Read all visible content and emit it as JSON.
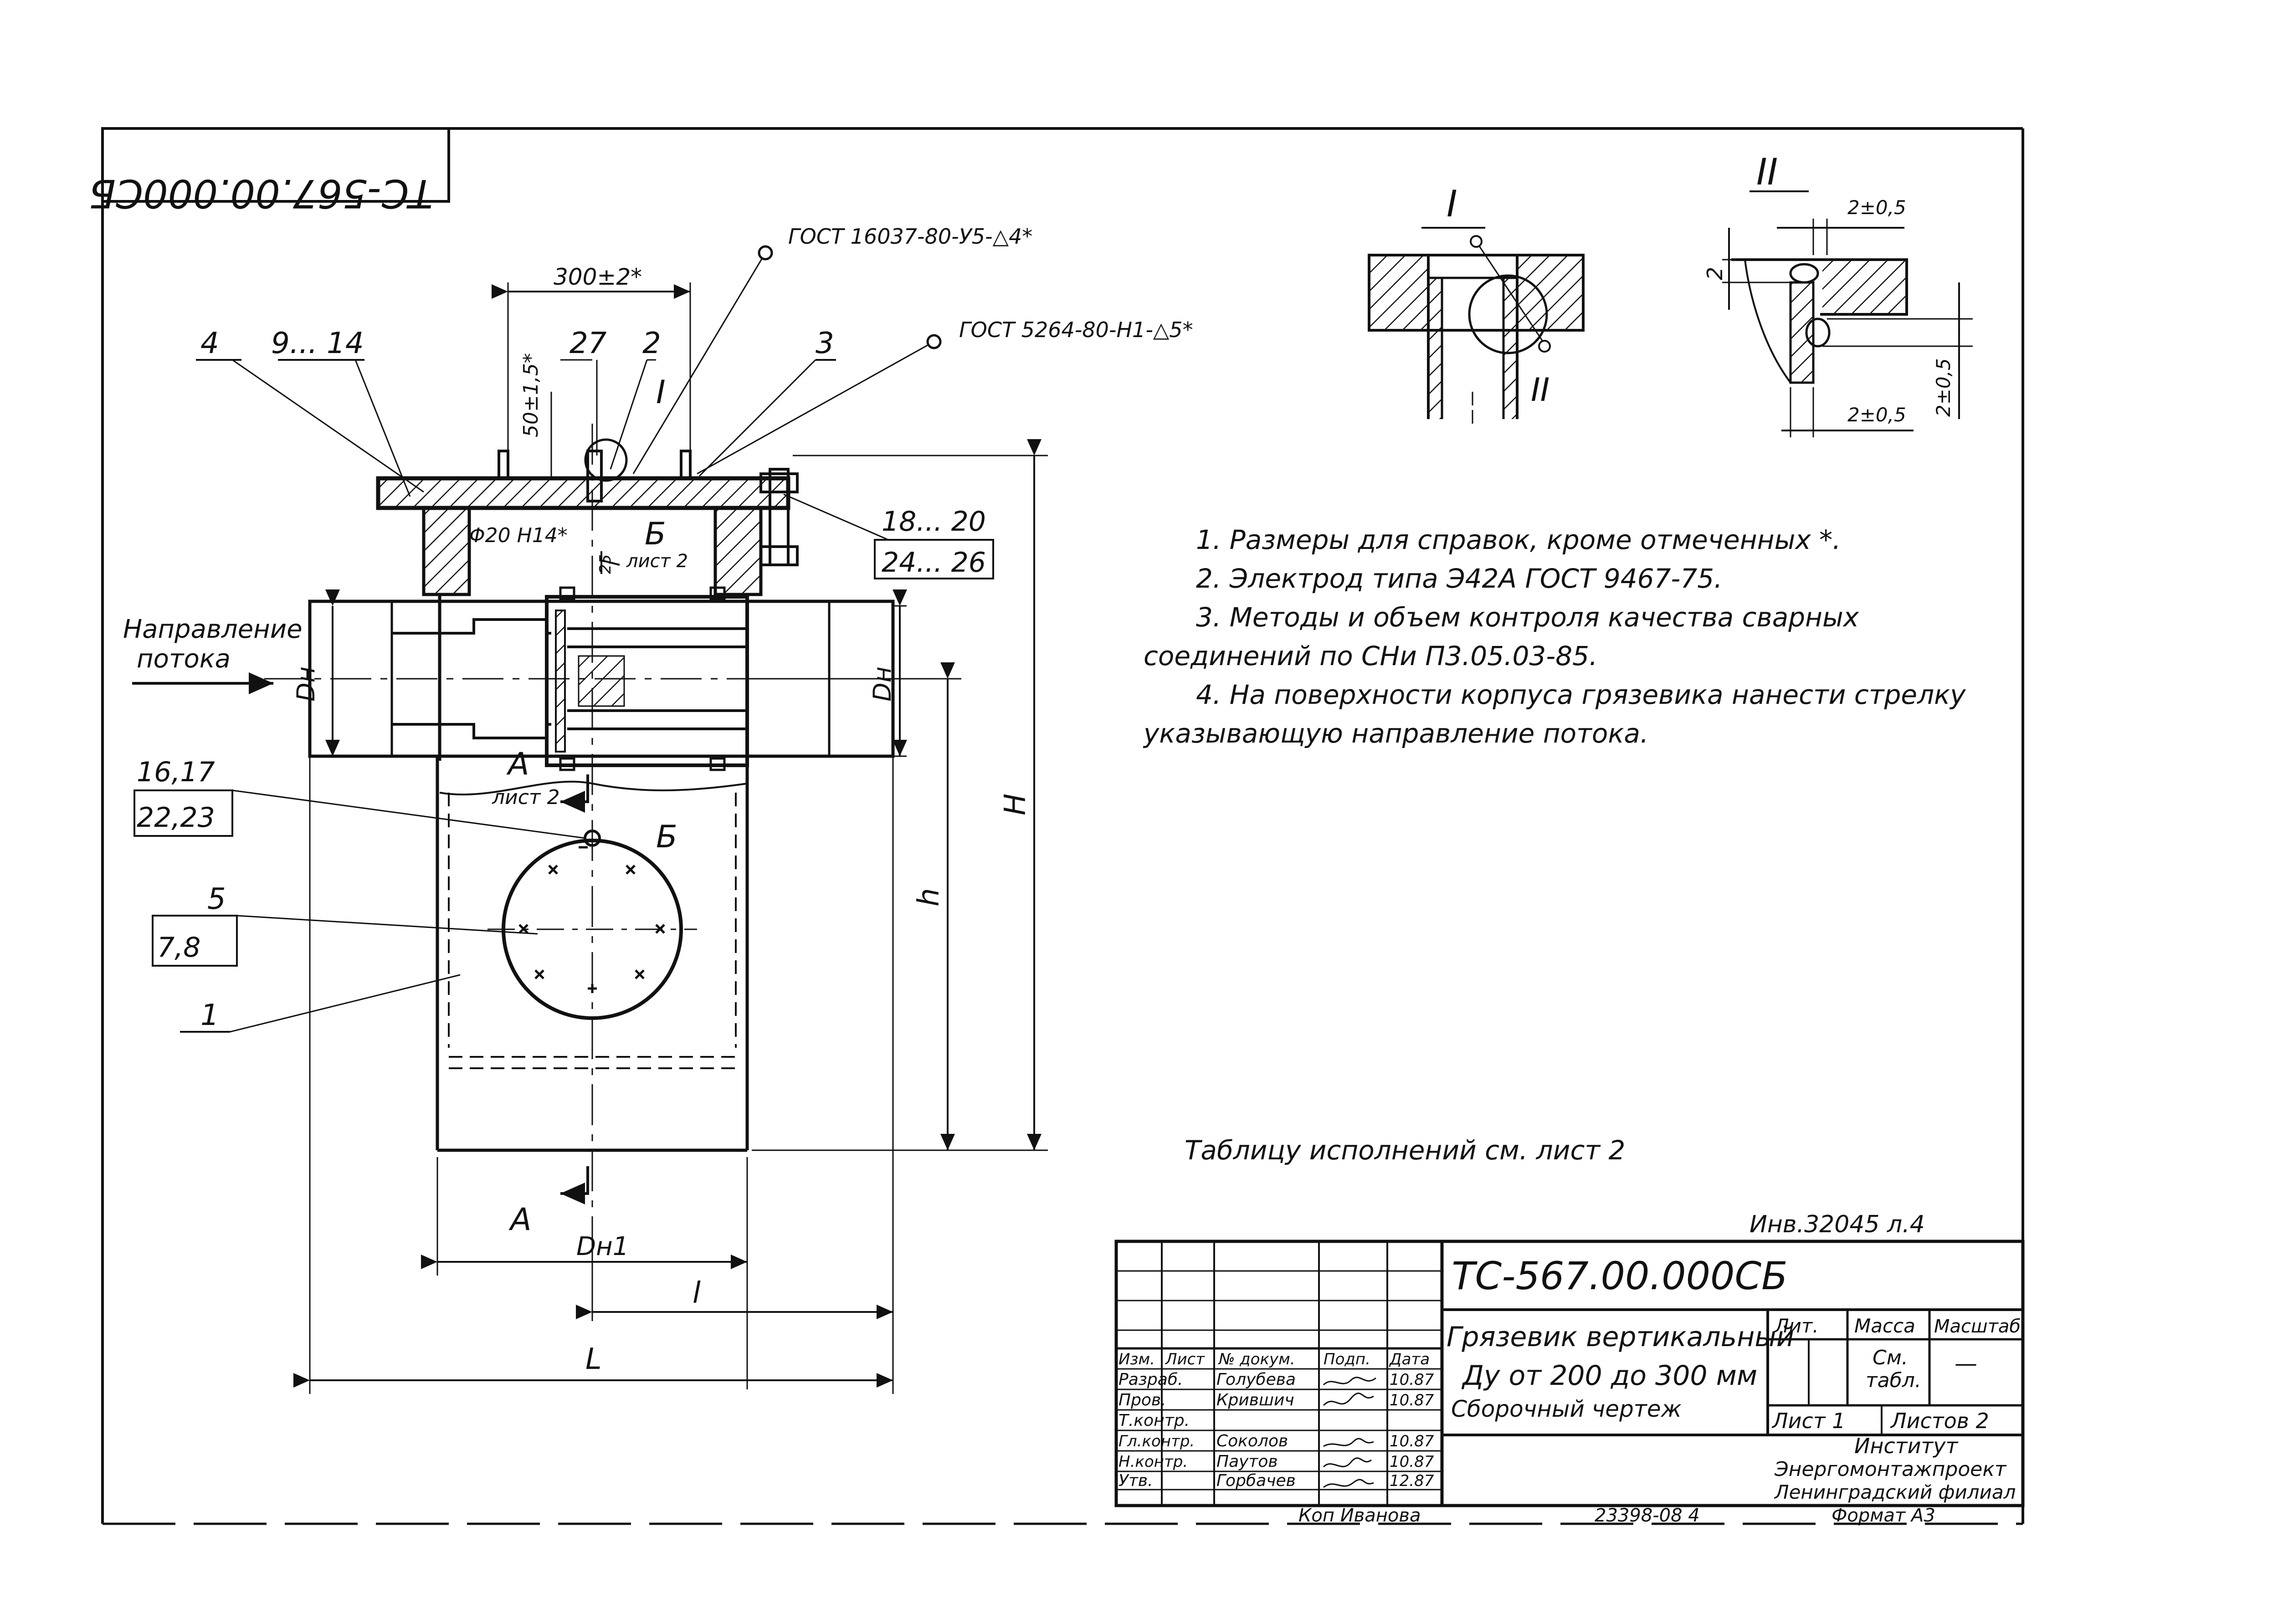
{
  "designation_mirrored": "ТС-567.00.000СБ",
  "weld_callout_1": "ГОСТ 16037-80-У5-△4*",
  "weld_callout_2": "ГОСТ 5264-80-Н1-△5*",
  "dim_300": "300±2*",
  "dim_50": "50±1,5*",
  "pos_4": "4",
  "pos_9_14": "9... 14",
  "pos_27": "27",
  "pos_2": "2",
  "pos_3": "3",
  "pos_18_20": "18... 20",
  "pos_24_26": "24... 26",
  "pos_16_17": "16,17",
  "pos_22_23": "22,23",
  "pos_5": "5",
  "pos_7_8": "7,8",
  "pos_1": "1",
  "view_I": "I",
  "view_II": "II",
  "section_B": "Б",
  "section_A": "А",
  "sheet2_ref": "лист 2",
  "phi20": "Φ20 Н14*",
  "dim_25": "25",
  "flow_label_1": "Направление",
  "flow_label_2": "потока",
  "dim_Dn": "Dн",
  "dim_Dn1": "Dн1",
  "dim_H": "H",
  "dim_h": "h",
  "dim_l": "l",
  "dim_L": "L",
  "detail_dim_2": "2",
  "detail_dim_2_05a": "2±0,5",
  "detail_dim_2_05b": "2±0,5",
  "detail_dim_2_05c": "2±0,5",
  "notes": [
    "1.  Размеры для справок, кроме отмеченных *.",
    "2.  Электрод типа Э42А ГОСТ 9467-75.",
    "3.  Методы и объем контроля качества сварных",
    "соединений  по СНи П3.05.03-85.",
    "4.  На поверхности корпуса грязевика нанести стрелку",
    "указывающую  направление потока."
  ],
  "table_note": "Таблицу исполнений см. лист 2",
  "inventory_note": "Инв.32045 л.4",
  "title_block": {
    "designation": "ТС-567.00.000СБ",
    "name_1": "Грязевик вертикальный",
    "name_2": "Ду от 200 до 300 мм",
    "name_3": "Сборочный   чертеж",
    "col_headers": [
      "Изм.",
      "Лист",
      "№ докум.",
      "Подп.",
      "Дата"
    ],
    "rows": [
      {
        "role": "Разраб.",
        "name": "Голубева",
        "date": "10.87"
      },
      {
        "role": "Пров.",
        "name": "Крившич",
        "date": "10.87"
      },
      {
        "role": "Т.контр.",
        "name": "",
        "date": ""
      },
      {
        "role": "Гл.контр.",
        "name": "Соколов",
        "date": "10.87"
      },
      {
        "role": "Н.контр.",
        "name": "Паутов",
        "date": "10.87"
      },
      {
        "role": "Утв.",
        "name": "Горбачев",
        "date": "12.87"
      }
    ],
    "lit_label": "Лит.",
    "mass_label": "Масса",
    "scale_label": "Масштаб",
    "mass_value_1": "См.",
    "mass_value_2": "табл.",
    "scale_value": "—",
    "sheet_label": "Лист 1",
    "sheets_label": "Листов 2",
    "org_1": "Институт",
    "org_2": "Энергомонтажпроект",
    "org_3": "Ленинградский филиал"
  },
  "copied_by": "Коп Иванова",
  "bottom_number": "23398-08   4",
  "format": "Формат А3"
}
